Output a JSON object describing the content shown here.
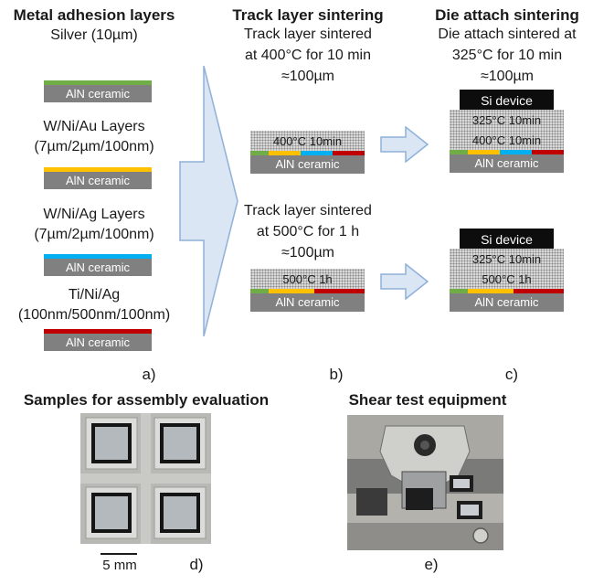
{
  "column_a": {
    "title": "Metal adhesion layers",
    "groups": [
      {
        "label_lines": [
          "Silver (10µm)"
        ],
        "strip_color": "#70ad47",
        "ceramic": "AlN ceramic"
      },
      {
        "label_lines": [
          "W/Ni/Au  Layers",
          "(7µm/2µm/100nm)"
        ],
        "strip_color": "#ffc000",
        "ceramic": "AlN ceramic"
      },
      {
        "label_lines": [
          "W/Ni/Ag  Layers",
          "(7µm/2µm/100nm)"
        ],
        "strip_color": "#00b0f0",
        "ceramic": "AlN ceramic"
      },
      {
        "label_lines": [
          "Ti/Ni/Ag",
          "(100nm/500nm/100nm)"
        ],
        "strip_color": "#c00000",
        "ceramic": "AlN ceramic"
      }
    ],
    "panel_label": "a)"
  },
  "column_b": {
    "title": "Track layer sintering",
    "desc1": [
      "Track layer sintered",
      "at 400°C for 10 min",
      "≈100µm"
    ],
    "stack1": {
      "sinter": "400°C 10min",
      "ceramic": "AlN ceramic"
    },
    "desc2": [
      "Track layer sintered",
      "at 500°C for 1 h",
      "≈100µm"
    ],
    "stack2": {
      "sinter": "500°C 1h",
      "ceramic": "AlN ceramic"
    },
    "panel_label": "b)"
  },
  "column_c": {
    "title": "Die attach sintering",
    "desc": [
      "Die attach sintered at",
      "325°C for 10 min",
      "≈100µm"
    ],
    "stack1": {
      "device": "Si device",
      "attach": "325°C 10min",
      "track": "400°C 10min",
      "ceramic": "AlN ceramic"
    },
    "stack2": {
      "device": "Si device",
      "attach": "325°C 10min",
      "track": "500°C 1h",
      "ceramic": "AlN ceramic"
    },
    "panel_label": "c)"
  },
  "photo_d": {
    "title": "Samples for assembly evaluation",
    "scale_label": "5 mm",
    "panel_label": "d)"
  },
  "photo_e": {
    "title": "Shear test equipment",
    "panel_label": "e)"
  },
  "colors": {
    "silver": "#70ad47",
    "gold": "#ffc000",
    "blue": "#00b0f0",
    "red": "#c00000",
    "ceramic": "#808080",
    "arrow_fill": "#dae6f4",
    "arrow_stroke": "#8fb0d8",
    "device": "#0d0d0d"
  }
}
